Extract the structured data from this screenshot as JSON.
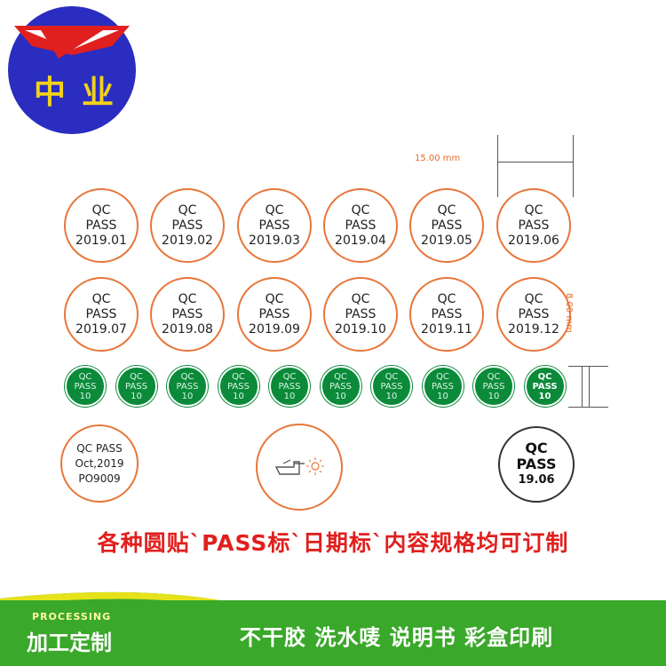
{
  "logo": {
    "text": "中 业",
    "left_char": "中",
    "right_char": "业"
  },
  "dimensions": {
    "width_label": "15.00 mm",
    "height_label": "8.00 mm"
  },
  "rings_row1": [
    {
      "l1": "QC",
      "l2": "PASS",
      "l3": "2019.01"
    },
    {
      "l1": "QC",
      "l2": "PASS",
      "l3": "2019.02"
    },
    {
      "l1": "QC",
      "l2": "PASS",
      "l3": "2019.03"
    },
    {
      "l1": "QC",
      "l2": "PASS",
      "l3": "2019.04"
    },
    {
      "l1": "QC",
      "l2": "PASS",
      "l3": "2019.05"
    },
    {
      "l1": "QC",
      "l2": "PASS",
      "l3": "2019.06"
    }
  ],
  "rings_row2": [
    {
      "l1": "QC",
      "l2": "PASS",
      "l3": "2019.07"
    },
    {
      "l1": "QC",
      "l2": "PASS",
      "l3": "2019.08"
    },
    {
      "l1": "QC",
      "l2": "PASS",
      "l3": "2019.09"
    },
    {
      "l1": "QC",
      "l2": "PASS",
      "l3": "2019.10"
    },
    {
      "l1": "QC",
      "l2": "PASS",
      "l3": "2019.11"
    },
    {
      "l1": "QC",
      "l2": "PASS",
      "l3": "2019.12"
    }
  ],
  "green_row": [
    {
      "l1": "QC",
      "l2": "PASS",
      "l3": "10"
    },
    {
      "l1": "QC",
      "l2": "PASS",
      "l3": "10"
    },
    {
      "l1": "QC",
      "l2": "PASS",
      "l3": "10"
    },
    {
      "l1": "QC",
      "l2": "PASS",
      "l3": "10"
    },
    {
      "l1": "QC",
      "l2": "PASS",
      "l3": "10"
    },
    {
      "l1": "QC",
      "l2": "PASS",
      "l3": "10"
    },
    {
      "l1": "QC",
      "l2": "PASS",
      "l3": "10"
    },
    {
      "l1": "QC",
      "l2": "PASS",
      "l3": "10"
    },
    {
      "l1": "QC",
      "l2": "PASS",
      "l3": "10"
    },
    {
      "l1": "QC",
      "l2": "PASS",
      "l3": "10"
    }
  ],
  "sticker_po": {
    "l1": "QC PASS",
    "l2": "Oct,2019",
    "l3": "PO9009"
  },
  "sticker_hand": {
    "icon": "hand-pointing-icon"
  },
  "sticker_bold": {
    "l1": "QC",
    "l2": "PASS",
    "l3": "19.06"
  },
  "banner": "各种圆贴`PASS标`日期标`内容规格均可订制",
  "footer": {
    "processing_en": "PROCESSING",
    "processing_cn": "加工定制",
    "services": "不干胶 洗水唛 说明书 彩盒印刷"
  },
  "colors": {
    "ring": "#e8763a",
    "green": "#0b8a3a",
    "banner": "#e0201e",
    "band": "#3aa82a"
  }
}
